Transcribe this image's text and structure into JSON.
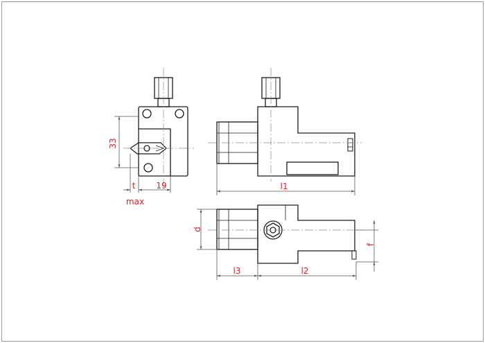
{
  "dimensions": {
    "h33": "33",
    "t": "t",
    "w19": "19",
    "max": "max",
    "l1": "l1",
    "d": "d",
    "f": "f",
    "l3": "l3",
    "l2": "l2"
  },
  "colors": {
    "outline": "#1a1a1a",
    "dimension_line": "#555555",
    "dimension_text": "#e21b23",
    "centerline": "#8a8a8a"
  }
}
